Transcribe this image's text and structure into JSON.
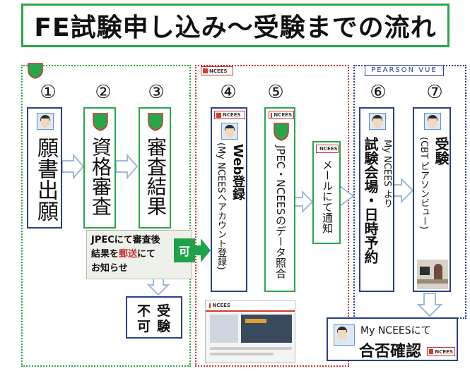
{
  "title": "FE試験申し込み～受験までの流れ",
  "regions": {
    "jpec_logo": "JPEC",
    "ncees_logo": "NCEES",
    "pearson_label": "PEARSON VUE"
  },
  "steps": [
    {
      "num": "①",
      "label": "願書出願"
    },
    {
      "num": "②",
      "label": "資格審査"
    },
    {
      "num": "③",
      "label": "審査結果"
    },
    {
      "num": "④",
      "label": "Web登録",
      "sub": "(My NCEESへアカウント登録)"
    },
    {
      "num": "⑤",
      "label": "JPEC・NCEESのデータ照合"
    },
    {
      "label": "メールにて通知"
    },
    {
      "num": "⑥",
      "label": "試験会場・日時予約",
      "sub": "My NCEES より"
    },
    {
      "num": "⑦",
      "label": "受験",
      "sub": "(CBT ピアソンビュー)"
    }
  ],
  "notice": {
    "line1": "JPECにて審査後",
    "line2_pre": "結果を",
    "line2_red": "郵送",
    "line2_post": "にて",
    "line3": "お知らせ"
  },
  "pass_label": "可",
  "fail_label1": "不可",
  "fail_label2": "受験",
  "result_box": {
    "line1": "My NCEESにて",
    "line2": "合否確認"
  },
  "colors": {
    "green": "#2aa64a",
    "navy": "#2b3f8c",
    "red": "#d03030",
    "arrow": "#9fb8d8"
  }
}
